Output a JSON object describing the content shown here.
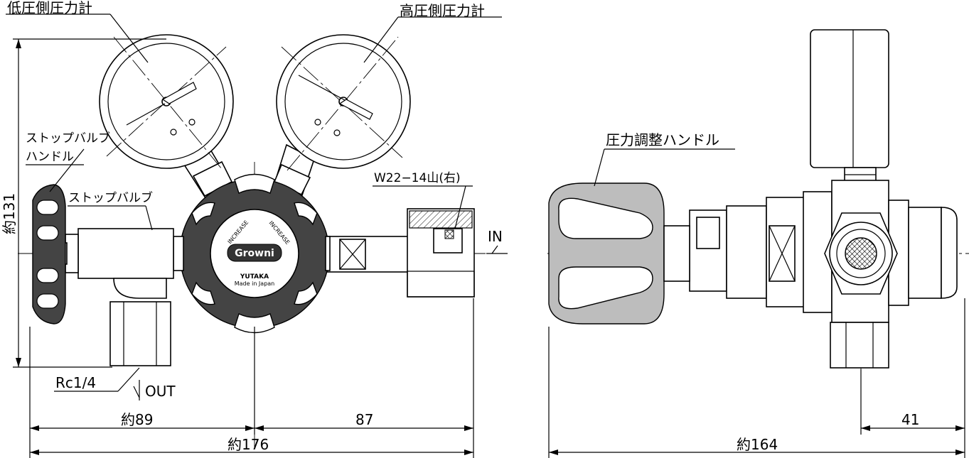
{
  "labels": {
    "low_gauge": "低圧側圧力計",
    "high_gauge": "高圧側圧力計",
    "stop_valve_handle_1": "ストップバルブ",
    "stop_valve_handle_2": "ハンドル",
    "stop_valve": "ストップバルブ",
    "thread": "W22−14山(右)",
    "inlet": "IN",
    "outlet": "OUT",
    "port": "Rc1/4",
    "adjust_handle": "圧力調整ハンドル"
  },
  "dimensions": {
    "height": "約131",
    "left_width": "約89",
    "right_width": "87",
    "total_width": "約176",
    "side_width": "約164",
    "side_offset": "41"
  },
  "logo": {
    "brand": "Growni",
    "maker": "YUTAKA",
    "origin": "Made in Japan",
    "increase_left": "INCREASE",
    "increase_right": "INCREASE"
  }
}
